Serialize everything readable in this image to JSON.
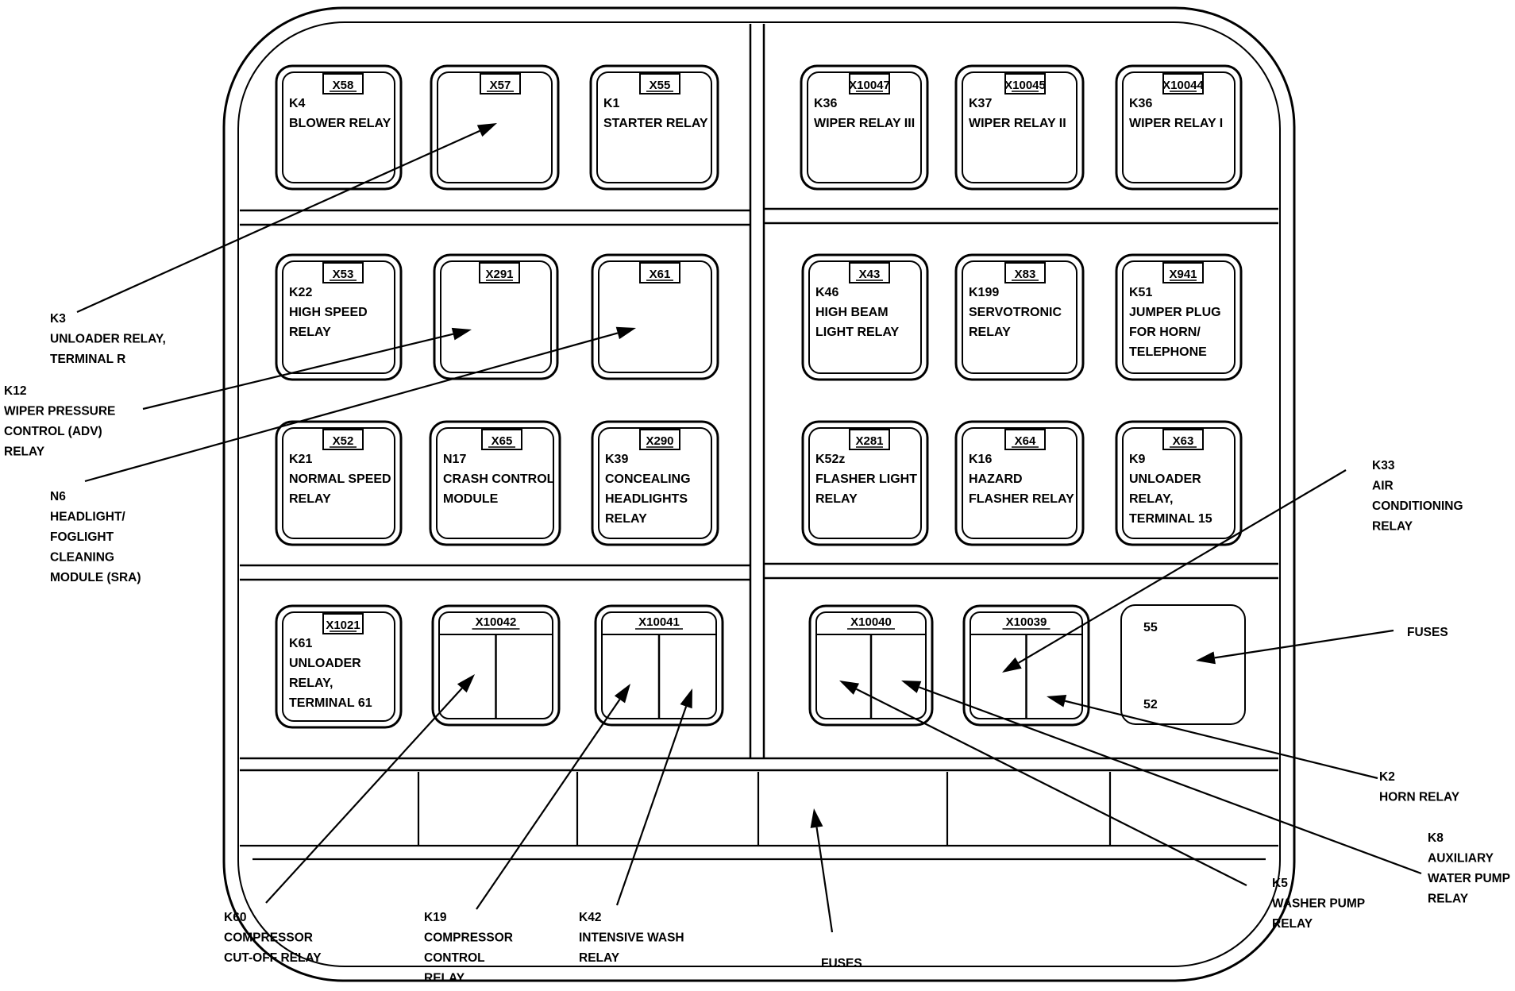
{
  "relays": [
    {
      "connector": "X58",
      "lines": [
        "K4",
        "BLOWER RELAY"
      ]
    },
    {
      "connector": "X57",
      "lines": []
    },
    {
      "connector": "X55",
      "lines": [
        "K1",
        "STARTER RELAY"
      ]
    },
    {
      "connector": "X10047",
      "lines": [
        "K36",
        "WIPER RELAY III"
      ]
    },
    {
      "connector": "X10045",
      "lines": [
        "K37",
        "WIPER RELAY II"
      ]
    },
    {
      "connector": "X10044",
      "lines": [
        "K36",
        "WIPER RELAY I"
      ]
    },
    {
      "connector": "X53",
      "lines": [
        "K22",
        "HIGH SPEED",
        "RELAY"
      ]
    },
    {
      "connector": "X291",
      "lines": []
    },
    {
      "connector": "X61",
      "lines": []
    },
    {
      "connector": "X43",
      "lines": [
        "K46",
        "HIGH BEAM",
        "LIGHT RELAY"
      ]
    },
    {
      "connector": "X83",
      "lines": [
        "K199",
        "SERVOTRONIC",
        "RELAY"
      ]
    },
    {
      "connector": "X941",
      "lines": [
        "K51",
        "JUMPER PLUG",
        "FOR HORN/",
        "TELEPHONE"
      ]
    },
    {
      "connector": "X52",
      "lines": [
        "K21",
        "NORMAL SPEED",
        "RELAY"
      ]
    },
    {
      "connector": "X65",
      "lines": [
        "N17",
        "CRASH CONTROL",
        "MODULE"
      ]
    },
    {
      "connector": "X290",
      "lines": [
        "K39",
        "CONCEALING",
        "HEADLIGHTS",
        "RELAY"
      ]
    },
    {
      "connector": "X281",
      "lines": [
        "K52z",
        "FLASHER LIGHT",
        "RELAY"
      ]
    },
    {
      "connector": "X64",
      "lines": [
        "K16",
        "HAZARD",
        "FLASHER RELAY"
      ]
    },
    {
      "connector": "X63",
      "lines": [
        "K9",
        "UNLOADER",
        "RELAY,",
        "TERMINAL 15"
      ]
    },
    {
      "connector": "X1021",
      "lines": [
        "K61",
        "UNLOADER",
        "RELAY,",
        "TERMINAL 61"
      ]
    },
    {
      "connector": "X10042",
      "lines": []
    },
    {
      "connector": "X10041",
      "lines": []
    },
    {
      "connector": "X10040",
      "lines": []
    },
    {
      "connector": "X10039",
      "lines": []
    }
  ],
  "fuse_box": {
    "top": "55",
    "bottom": "52"
  },
  "callouts": [
    {
      "lines": [
        "K3",
        "UNLOADER RELAY,",
        "TERMINAL R"
      ]
    },
    {
      "lines": [
        "K12",
        "WIPER PRESSURE",
        "CONTROL (ADV)",
        "RELAY"
      ]
    },
    {
      "lines": [
        "N6",
        "HEADLIGHT/",
        "FOGLIGHT",
        "CLEANING",
        "MODULE (SRA)"
      ]
    },
    {
      "lines": [
        "K33",
        "AIR",
        "CONDITIONING",
        "RELAY"
      ]
    },
    {
      "lines": [
        "FUSES"
      ]
    },
    {
      "lines": [
        "K2",
        "HORN RELAY"
      ]
    },
    {
      "lines": [
        "K8",
        "AUXILIARY",
        "WATER PUMP",
        "RELAY"
      ]
    },
    {
      "lines": [
        "K5",
        "WASHER PUMP",
        "RELAY"
      ]
    },
    {
      "lines": [
        "K60",
        "COMPRESSOR",
        "CUT-OFF RELAY"
      ]
    },
    {
      "lines": [
        "K19",
        "COMPRESSOR",
        "CONTROL",
        "RELAY"
      ]
    },
    {
      "lines": [
        "K42",
        "INTENSIVE WASH",
        "RELAY"
      ]
    },
    {
      "lines": [
        "FUSES"
      ]
    }
  ]
}
